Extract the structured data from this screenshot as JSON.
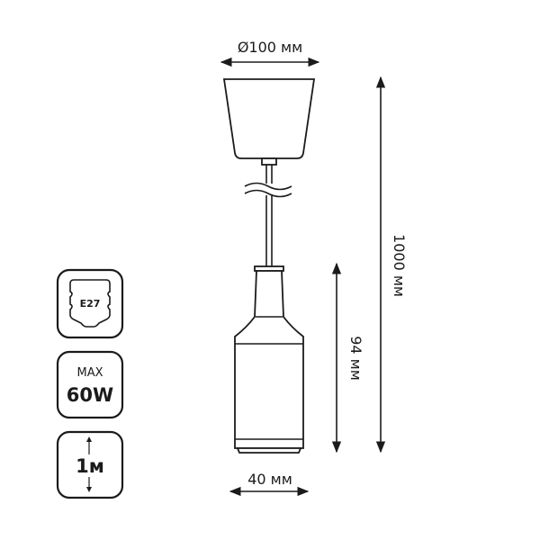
{
  "dimensions": {
    "canopy_diameter": "Ø100 мм",
    "total_length": "1000 мм",
    "holder_height": "94 мм",
    "holder_diameter": "40 мм"
  },
  "badges": {
    "socket": {
      "label": "E27",
      "icon": "e27-socket-icon"
    },
    "max_power": {
      "top": "MAX",
      "value": "60W"
    },
    "cord_length": {
      "value": "1м",
      "icon": "vertical-double-arrow-icon"
    }
  }
}
